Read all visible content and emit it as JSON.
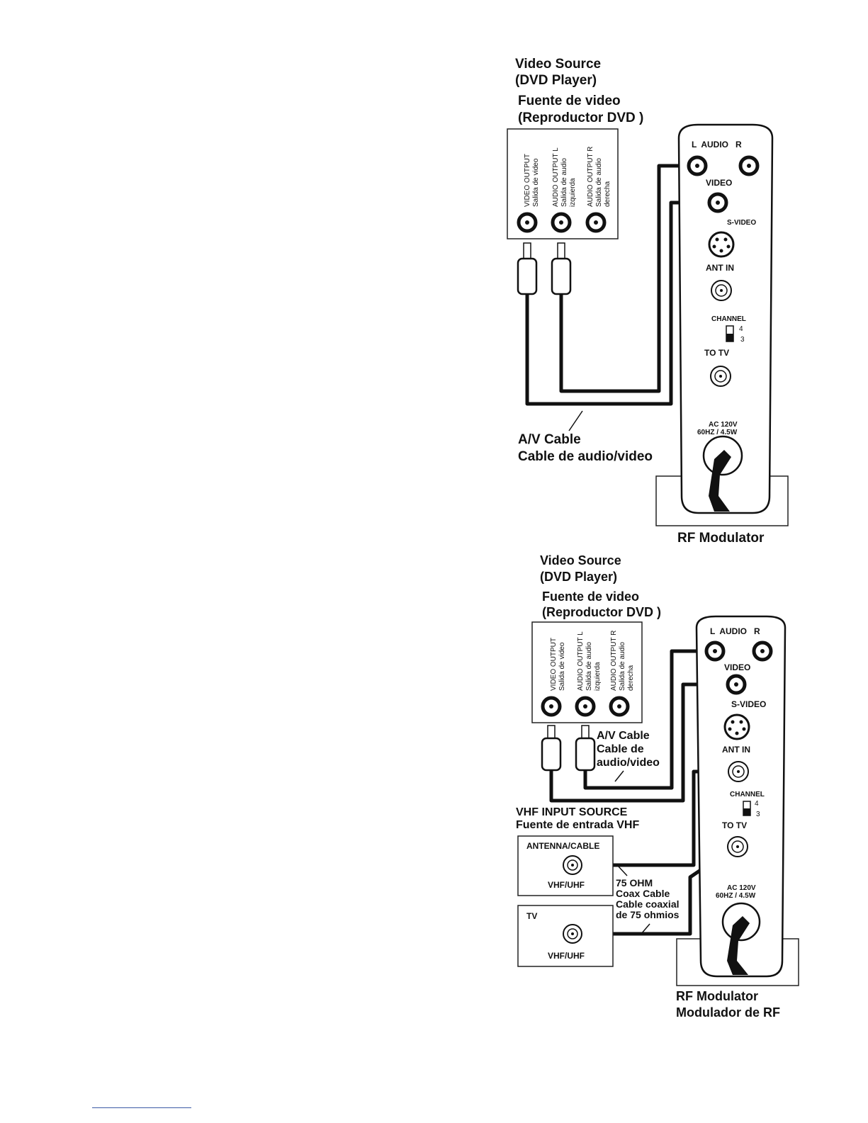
{
  "diagram1": {
    "source_line1": "Video Source",
    "source_line2": "(DVD Player)",
    "source_es1": "Fuente de video",
    "source_es2": "(Reproductor DVD )",
    "video_out_1": "VIDEO OUTPUT",
    "video_out_2": "Salida de video",
    "audio_l_1": "AUDIO OUTPUT L",
    "audio_l_2": "Salida de audio",
    "audio_l_3": "izquierda",
    "audio_r_1": "AUDIO OUTPUT R",
    "audio_r_2": "Salida de audio",
    "audio_r_3": "derecha",
    "mod_audio": "L  AUDIO   R",
    "mod_video": "VIDEO",
    "mod_svideo": "S-VIDEO",
    "mod_antin": "ANT IN",
    "mod_channel": "CHANNEL",
    "ch4": "4",
    "ch3": "3",
    "mod_totv": "TO TV",
    "mod_ac1": "AC 120V",
    "mod_ac2": "60HZ / 4.5W",
    "cable_1": "A/V Cable",
    "cable_2": "Cable de audio/video",
    "caption": "RF Modulator"
  },
  "diagram2": {
    "source_line1": "Video Source",
    "source_line2": "(DVD Player)",
    "source_es1": "Fuente de video",
    "source_es2": "(Reproductor DVD )",
    "video_out_1": "VIDEO OUTPUT",
    "video_out_2": "Salida de video",
    "audio_l_1": "AUDIO OUTPUT L",
    "audio_l_2": "Salida de audio",
    "audio_l_3": "izquierda",
    "audio_r_1": "AUDIO OUTPUT R",
    "audio_r_2": "Salida de audio",
    "audio_r_3": "derecha",
    "mod_audio": "L  AUDIO   R",
    "mod_video": "VIDEO",
    "mod_svideo": "S-VIDEO",
    "mod_antin": "ANT IN",
    "mod_channel": "CHANNEL",
    "ch4": "4",
    "ch3": "3",
    "mod_totv": "TO TV",
    "mod_ac1": "AC 120V",
    "mod_ac2": "60HZ / 4.5W",
    "cable_1": "A/V Cable",
    "cable_2": "Cable de",
    "cable_3": "audio/video",
    "vhf_1": "VHF INPUT SOURCE",
    "vhf_2": "Fuente de entrada VHF",
    "antenna_label": "ANTENNA/CABLE",
    "antenna_sub": "VHF/UHF",
    "tv_label": "TV",
    "tv_sub": "VHF/UHF",
    "coax_1": "75 OHM",
    "coax_2": "Coax Cable",
    "coax_3": "Cable coaxial",
    "coax_4": "de 75 ohmios",
    "caption_1": "RF Modulator",
    "caption_2": "Modulador de RF"
  }
}
